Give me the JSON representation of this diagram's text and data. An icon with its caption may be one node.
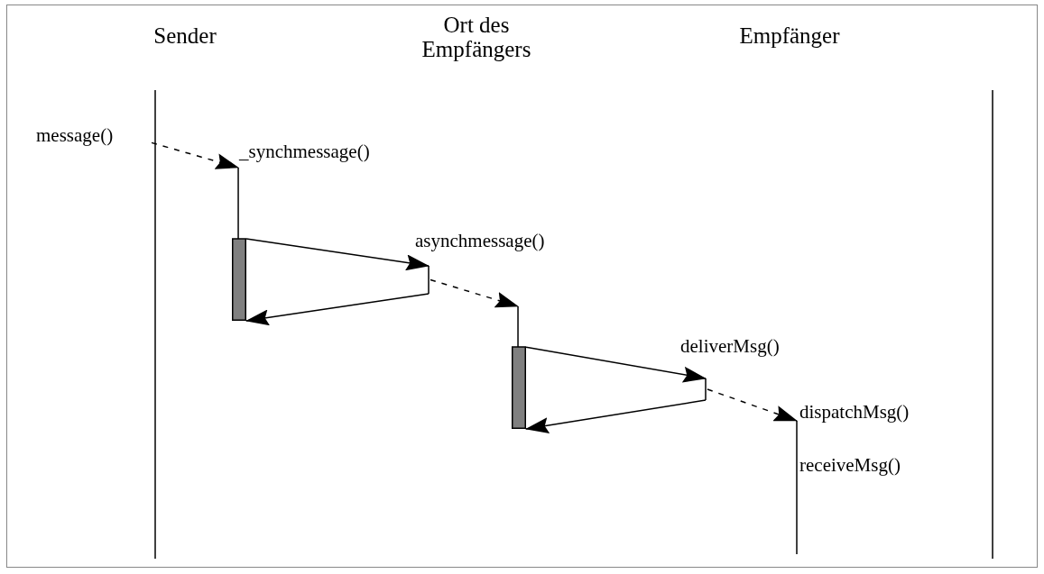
{
  "diagram": {
    "nodes": [
      {
        "text": [
          "message()"
        ]
      },
      {
        "text": [],
        "shape": "bar",
        "beside": [
          "_synchmessage()"
        ]
      },
      {
        "text": [],
        "shape": "bar",
        "beside": [
          "asynchmessage()"
        ]
      },
      {
        "text": [],
        "shape": "bar"
      },
      {
        "text": [],
        "shape": "bar",
        "beside": [
          "deliverMsg()"
        ]
      },
      {
        "text": [],
        "shape": "bar",
        "beside": [
          "dispatchMsg()",
          "receiveMsg()"
        ]
      }
    ],
    "edges": [
      {
        "from": 0,
        "to": 1,
        "arrow": "to",
        "style": "dashed"
      },
      {
        "from": 1,
        "to": 2,
        "arrow": "to"
      },
      {
        "from": 2,
        "to": 1,
        "arrow": "to"
      },
      {
        "from": 2,
        "to": 3,
        "arrow": "to",
        "style": "dashed"
      },
      {
        "from": 3,
        "to": 4,
        "arrow": "to"
      },
      {
        "from": 4,
        "to": 3,
        "arrow": "to"
      },
      {
        "from": 4,
        "to": 5,
        "arrow": "to",
        "style": "dashed"
      }
    ],
    "labels": [
      "Sender",
      "Ort des Empfängers",
      "Empfänger"
    ]
  }
}
